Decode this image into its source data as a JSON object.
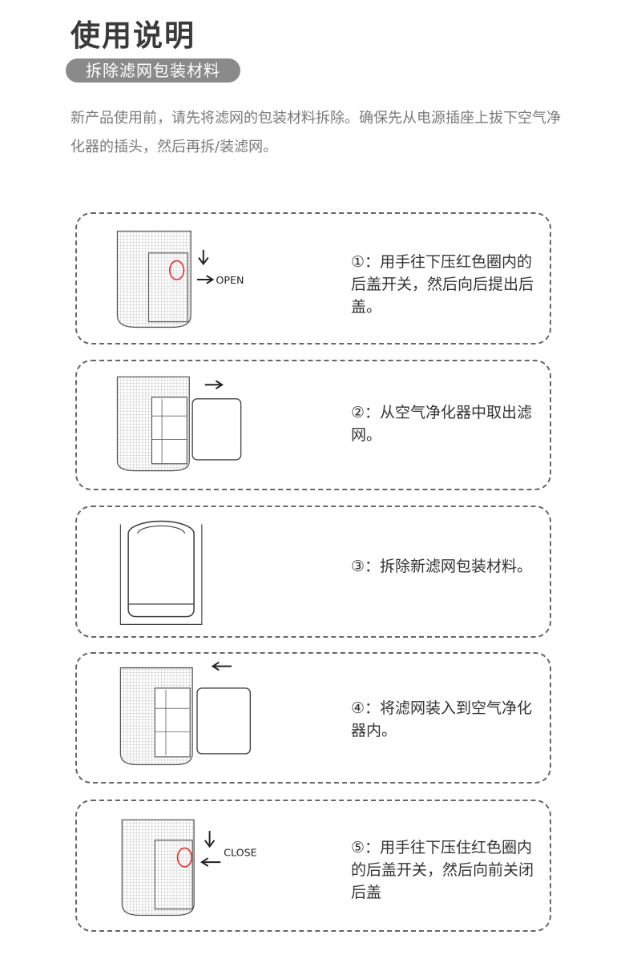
{
  "title": "使用说明",
  "section": "拆除滤网包装材料",
  "intro": "新产品使用前，请先将滤网的包装材料拆除。确保先从电源插座上拔下空气净化器的插头，然后再拆/装滤网。",
  "steps": [
    {
      "text": "①：用手往下压红色圈内的后盖开关，然后向后提出后盖。",
      "label": "OPEN"
    },
    {
      "text": "②：从空气净化器中取出滤网。"
    },
    {
      "text": "③：拆除新滤网包装材料。"
    },
    {
      "text": "④：将滤网装入到空气净化器内。"
    },
    {
      "text": "⑤：用手往下压住红色圈内的后盖开关，然后向前关闭后盖",
      "label": "CLOSE"
    }
  ],
  "colors": {
    "highlight": "#e53935",
    "border": "#666666",
    "badge": "#8a8a8a"
  }
}
